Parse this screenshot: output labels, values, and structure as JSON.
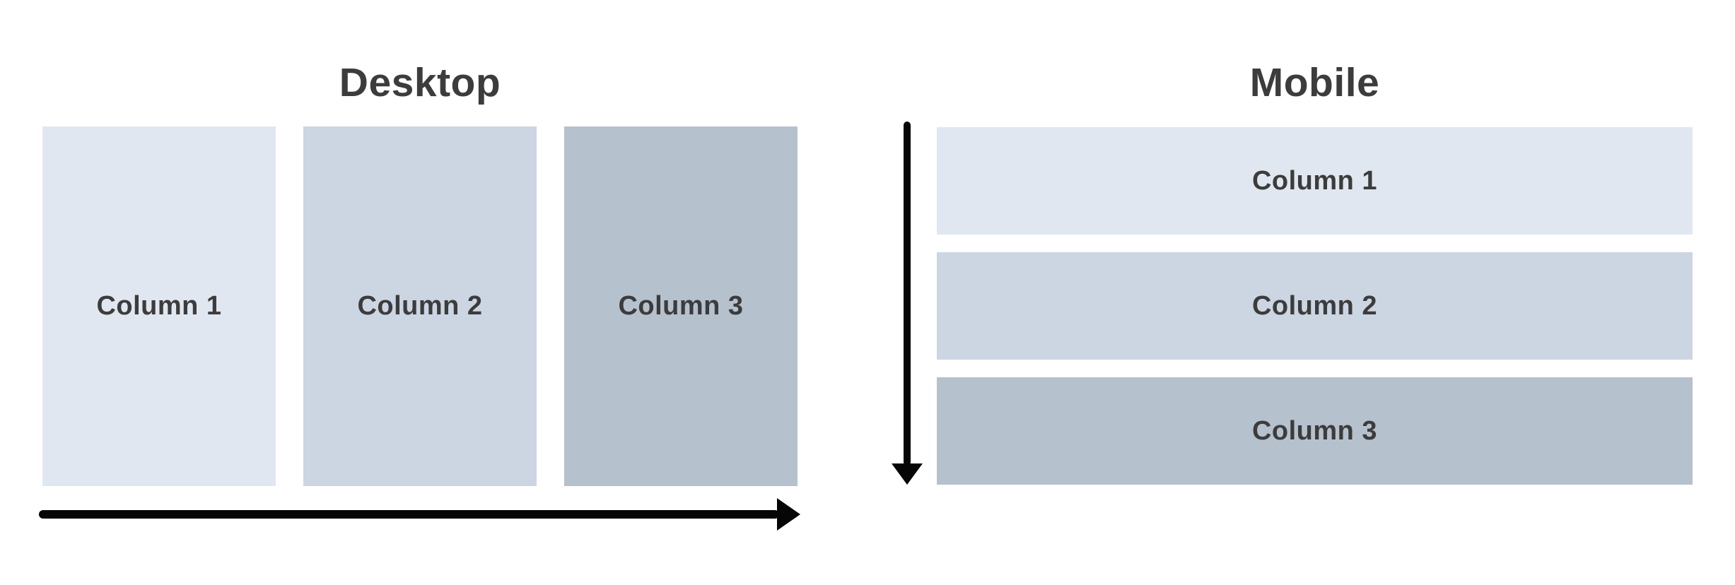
{
  "desktop_panel": {
    "title": "Desktop",
    "columns": [
      {
        "label": "Column 1"
      },
      {
        "label": "Column 2"
      },
      {
        "label": "Column 3"
      }
    ],
    "flow": "left-to-right"
  },
  "mobile_panel": {
    "title": "Mobile",
    "columns": [
      {
        "label": "Column 1"
      },
      {
        "label": "Column 2"
      },
      {
        "label": "Column 3"
      }
    ],
    "flow": "top-to-bottom"
  },
  "icons": {
    "desktop_flow": "right-arrow",
    "mobile_flow": "down-arrow"
  },
  "colors": {
    "column1": "#e1e7f0",
    "column2": "#ccd5e2",
    "column3": "#b6c1ce",
    "text": "#3c3c3c",
    "arrow": "#060606",
    "background": "#ffffff"
  }
}
